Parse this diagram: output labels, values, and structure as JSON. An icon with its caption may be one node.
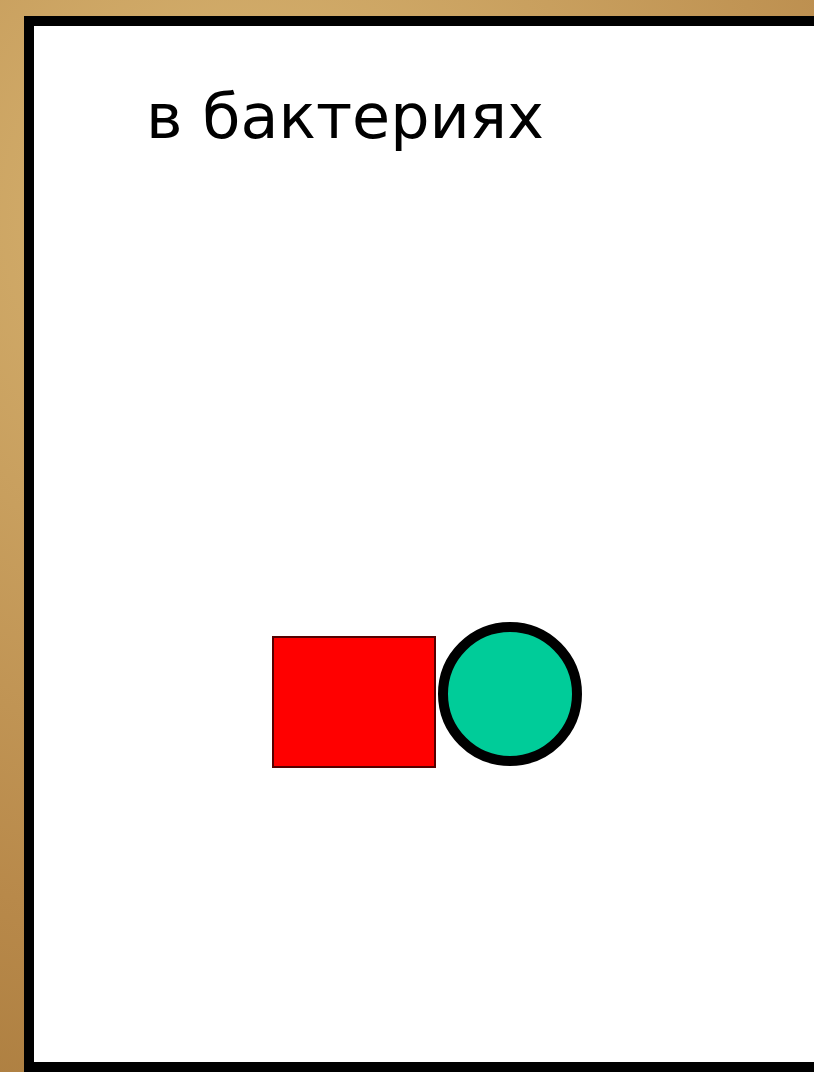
{
  "diagram": {
    "title": "в бактериях",
    "nodes": [
      {
        "text": [],
        "shape": "box"
      },
      {
        "text": [],
        "shape": "circle"
      }
    ]
  }
}
